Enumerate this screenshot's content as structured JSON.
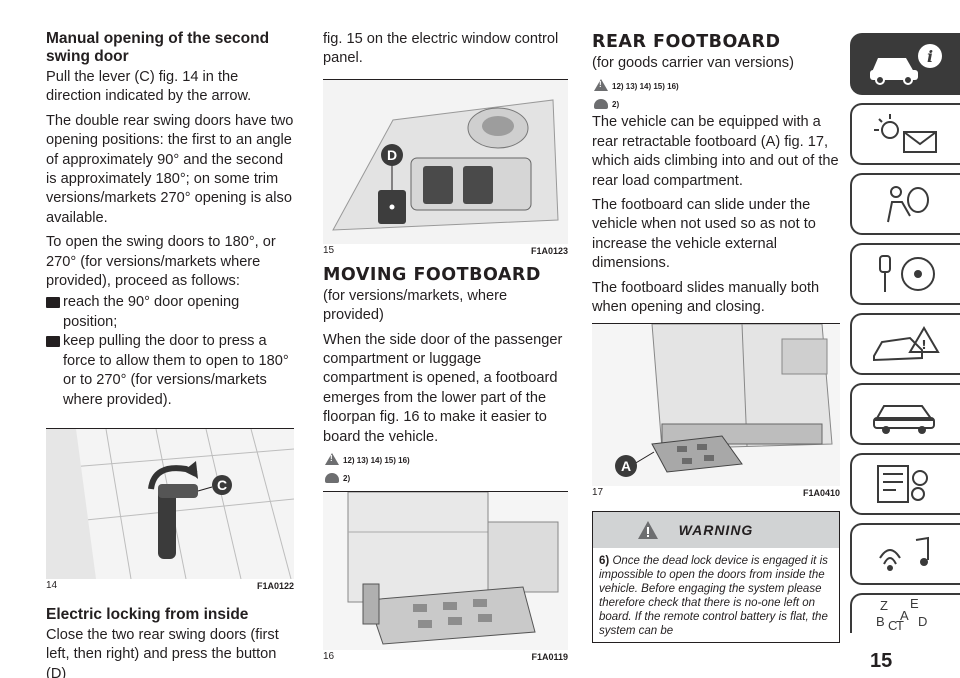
{
  "col1": {
    "heading": "Manual opening of the second swing door",
    "p1": "Pull the lever (C) fig. 14 in the direction indicated by the arrow.",
    "p2": "The double rear swing doors have two opening positions: the first to an angle of approximately 90° and the second is approximately 180°; on some trim versions/markets 270° opening is also available.",
    "p3": "To open the swing doors to 180°, or 270° (for versions/markets where provided), proceed as follows:",
    "bullet1": "reach the 90° door opening position;",
    "bullet2": "keep pulling the door to press a force to allow them to open to 180° or to 270° (for versions/markets where provided).",
    "fig_num": "14",
    "fig_code": "F1A0122",
    "fig_letter": "C",
    "heading2": "Electric locking from inside",
    "p4": "Close the two rear swing doors (first left, then right) and press the button (D)"
  },
  "col2": {
    "p1": "fig. 15 on the electric window control panel.",
    "fig15_num": "15",
    "fig15_code": "F1A0123",
    "fig15_letter": "D",
    "heading": "MOVING FOOTBOARD",
    "p2": "(for versions/markets, where provided)",
    "p3": "When the side door of the passenger compartment or luggage compartment is opened, a footboard emerges from the lower part of the floorpan fig. 16 to make it easier to board the vehicle.",
    "refs_warn": "12)  13)  14)  15)  16)",
    "refs_note": "2)",
    "fig16_num": "16",
    "fig16_code": "F1A0119"
  },
  "col3": {
    "heading": "REAR FOOTBOARD",
    "p1": "(for goods carrier van versions)",
    "refs_warn": "12)  13)  14)  15)  16)",
    "refs_note": "2)",
    "p2": "The vehicle can be equipped with a rear retractable footboard (A) fig. 17, which aids climbing into and out of the rear load compartment.",
    "p3": "The footboard can slide under the vehicle when not used so as not to increase the vehicle external dimensions.",
    "p4": "The footboard slides manually both when opening and closing.",
    "fig17_num": "17",
    "fig17_code": "F1A0410",
    "fig17_letter": "A",
    "warning_title": "WARNING",
    "warning_num": "6)",
    "warning_text": "Once the dead lock device is engaged it is impossible to open the doors from inside the vehicle. Before engaging the system please therefore check that there is no-one left on board. If the remote control battery is flat, the system can be"
  },
  "sidebar": {
    "tabs": [
      "car-info-icon",
      "lights-mail-icon",
      "airbag-icon",
      "key-steering-icon",
      "breakdown-icon",
      "car-service-icon",
      "specs-gear-icon",
      "media-icon",
      "index-icon"
    ],
    "index_letters": [
      "Z",
      "E",
      "A",
      "B",
      "C",
      "T",
      "D"
    ]
  },
  "page_number": "15",
  "colors": {
    "text": "#231f20",
    "tab_dark": "#3a3a3a",
    "warning_band": "#d1d3d4"
  }
}
